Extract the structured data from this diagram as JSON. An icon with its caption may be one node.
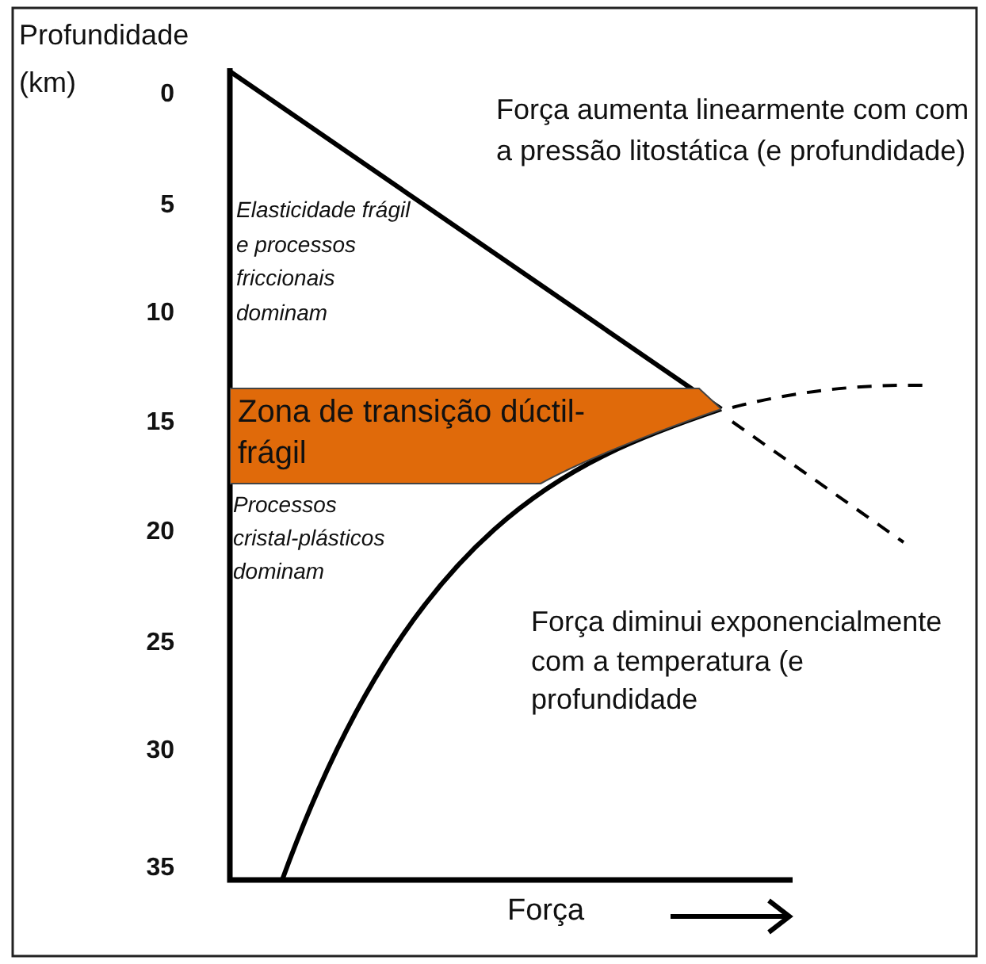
{
  "diagram": {
    "nodes": [
      {
        "text": [
          "Zona de transição dúctil-frágil"
        ]
      }
    ],
    "edges": [],
    "labels": [
      "Profundidade",
      "(km)",
      "0",
      "5",
      "10",
      "15",
      "20",
      "25",
      "30",
      "35",
      "Força aumenta linearmente com com a pressão litostática (e profundidade)",
      "Elasticidade frágil e processos friccionais dominam",
      "Processos cristal-plásticos dominam",
      "Força diminui exponencialmente com a temperatura (e profundidade",
      "Força"
    ]
  }
}
